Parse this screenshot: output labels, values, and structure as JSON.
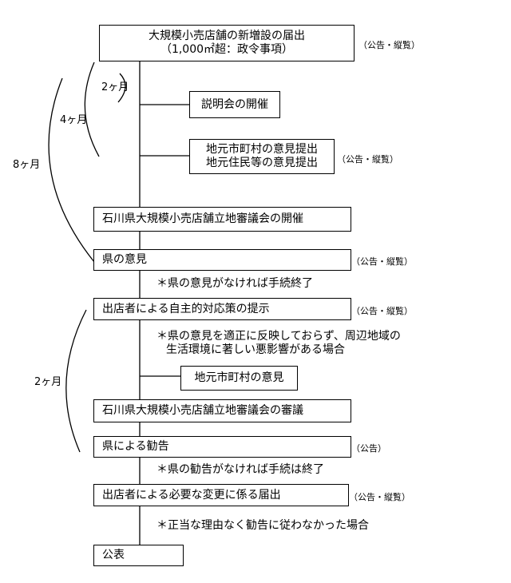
{
  "flow": {
    "step_notification": {
      "line1": "大規模小売店舗の新増設の届出",
      "line2": "（1,000㎡超：政令事項）",
      "tag": "（公告・縦覧）"
    },
    "step_briefing": {
      "label": "説明会の開催"
    },
    "step_opinions": {
      "line1": "地元市町村の意見提出",
      "line2": "地元住民等の意見提出",
      "tag": "（公告・縦覧）"
    },
    "step_council1": {
      "label": "石川県大規模小売店舗立地審議会の開催"
    },
    "step_pref_opinion": {
      "label": "県の意見",
      "tag": "（公告・縦覧）"
    },
    "note_no_opinion": "＊県の意見がなければ手続終了",
    "step_voluntary": {
      "label": "出店者による自主的対応策の提示",
      "tag": "（公告・縦覧）"
    },
    "note_not_reflected": {
      "line1": "＊県の意見を適正に反映しておらず、周辺地域の",
      "line2": "生活環境に著しい悪影響がある場合"
    },
    "step_muni_opinion": {
      "label": "地元市町村の意見"
    },
    "step_council2": {
      "label": "石川県大規模小売店舗立地審議会の審議"
    },
    "step_recommendation": {
      "label": "県による勧告",
      "tag": "（公告）"
    },
    "note_no_recommendation": "＊県の勧告がなければ手続は終了",
    "step_change_notice": {
      "label": "出店者による必要な変更に係る届出",
      "tag": "（公告・縦覧）"
    },
    "note_no_compliance": "＊正当な理由なく勧告に従わなかった場合",
    "step_public": {
      "label": "公表"
    }
  },
  "durations": {
    "two_months_top": "2ヶ月",
    "four_months": "4ヶ月",
    "eight_months": "8ヶ月",
    "two_months_bottom": "2ヶ月"
  }
}
